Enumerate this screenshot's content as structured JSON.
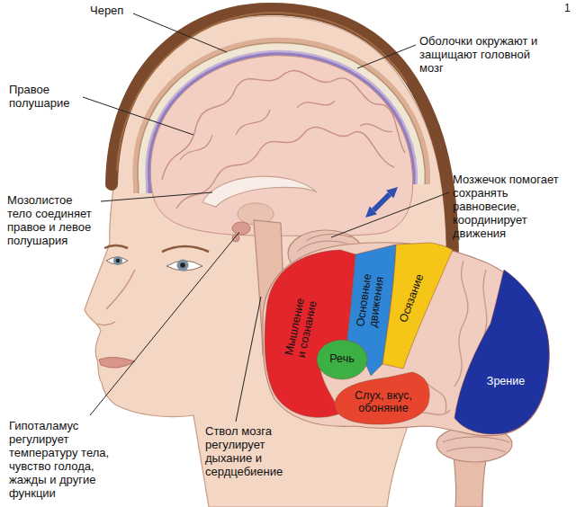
{
  "diagram": {
    "nodes": [
      {
        "text": [
          "Мышление и сознание"
        ]
      },
      {
        "text": [
          "Основные движения"
        ]
      },
      {
        "text": [
          "Осязание"
        ]
      },
      {
        "text": [
          "Речь"
        ]
      },
      {
        "text": [
          "Слух, вкус, обоняние"
        ]
      },
      {
        "text": [
          "Зрение"
        ]
      }
    ],
    "labels": [
      "1",
      "Череп",
      "Оболочки окружают и защищают головной мозг",
      "Правое полушарие",
      "Мозолистое тело соединяет правое и левое полушария",
      "Мозжечок помогает сохранять равновесие, координирует движения",
      "Гипоталамус регулирует температуру тела, чувство голода, жажды и другие функции",
      "Ствол мозга регулирует дыхание и сердцебиение"
    ]
  }
}
